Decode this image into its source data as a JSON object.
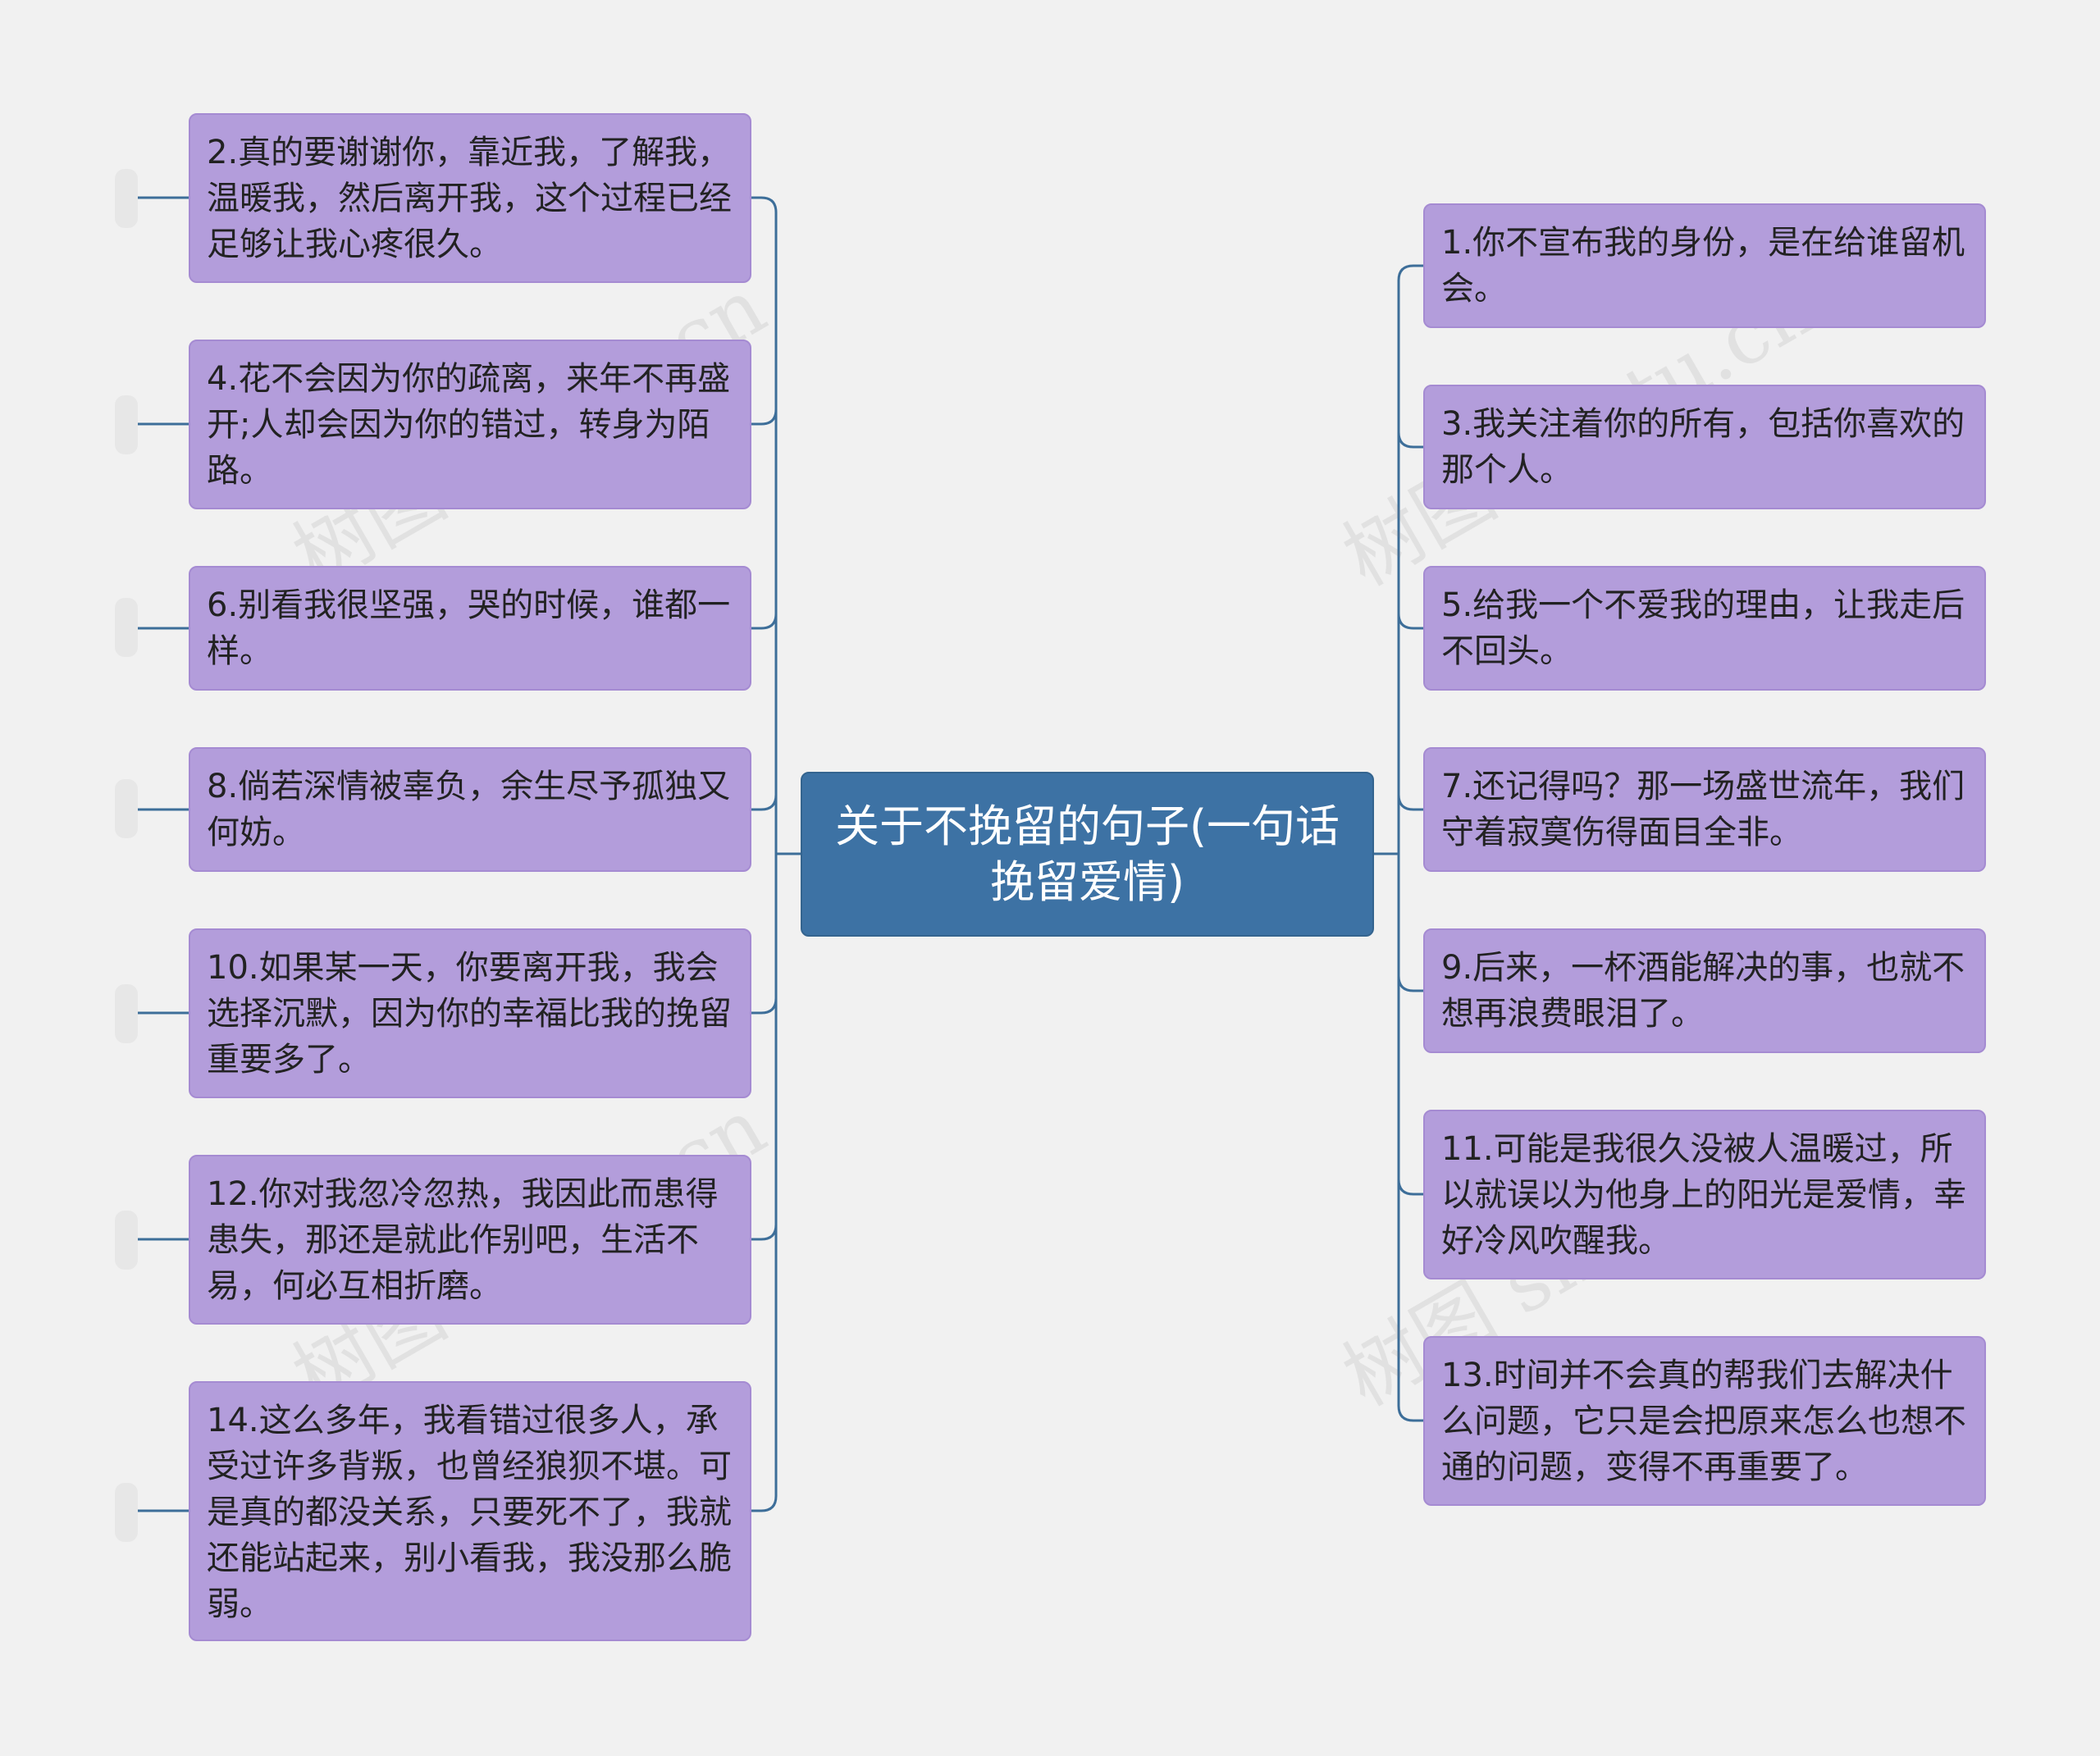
{
  "colors": {
    "background": "#f1f1f1",
    "root_fill": "#3d72a4",
    "node_fill": "#b39ddb",
    "connector": "#3d6e99",
    "root_text": "#ffffff",
    "node_text": "#222222"
  },
  "watermark": "树图 shutu.cn",
  "root": {
    "title": "关于不挽留的句子(一句话挽留爱情)"
  },
  "left_nodes": [
    {
      "text": "2.真的要谢谢你，靠近我，了解我，温暖我，然后离开我，这个过程已经足够让我心疼很久。"
    },
    {
      "text": "4.花不会因为你的疏离，来年不再盛开;人却会因为你的错过，转身为陌路。"
    },
    {
      "text": "6.别看我很坚强，哭的时候，谁都一样。"
    },
    {
      "text": "8.倘若深情被辜负，余生尽予孤独又何妨。"
    },
    {
      "text": "10.如果某一天，你要离开我，我会选择沉默，因为你的幸福比我的挽留重要多了。"
    },
    {
      "text": "12.你对我忽冷忽热，我因此而患得患失，那还是就此作别吧，生活不易，何必互相折磨。"
    },
    {
      "text": "14.这么多年，我看错过很多人，承受过许多背叛，也曾经狼狈不堪。可是真的都没关系，只要死不了，我就还能站起来，别小看我，我没那么脆弱。"
    }
  ],
  "right_nodes": [
    {
      "text": "1.你不宣布我的身份，是在给谁留机会。"
    },
    {
      "text": "3.我关注着你的所有，包括你喜欢的那个人。"
    },
    {
      "text": "5.给我一个不爱我的理由，让我走后不回头。"
    },
    {
      "text": "7.还记得吗？那一场盛世流年，我们守着寂寞伤得面目全非。"
    },
    {
      "text": "9.后来，一杯酒能解决的事，也就不想再浪费眼泪了。"
    },
    {
      "text": "11.可能是我很久没被人温暖过，所以就误以为他身上的阳光是爱情，幸好冷风吹醒我。"
    },
    {
      "text": "13.时间并不会真的帮我们去解决什么问题，它只是会把原来怎么也想不通的问题，变得不再重要了。"
    }
  ]
}
